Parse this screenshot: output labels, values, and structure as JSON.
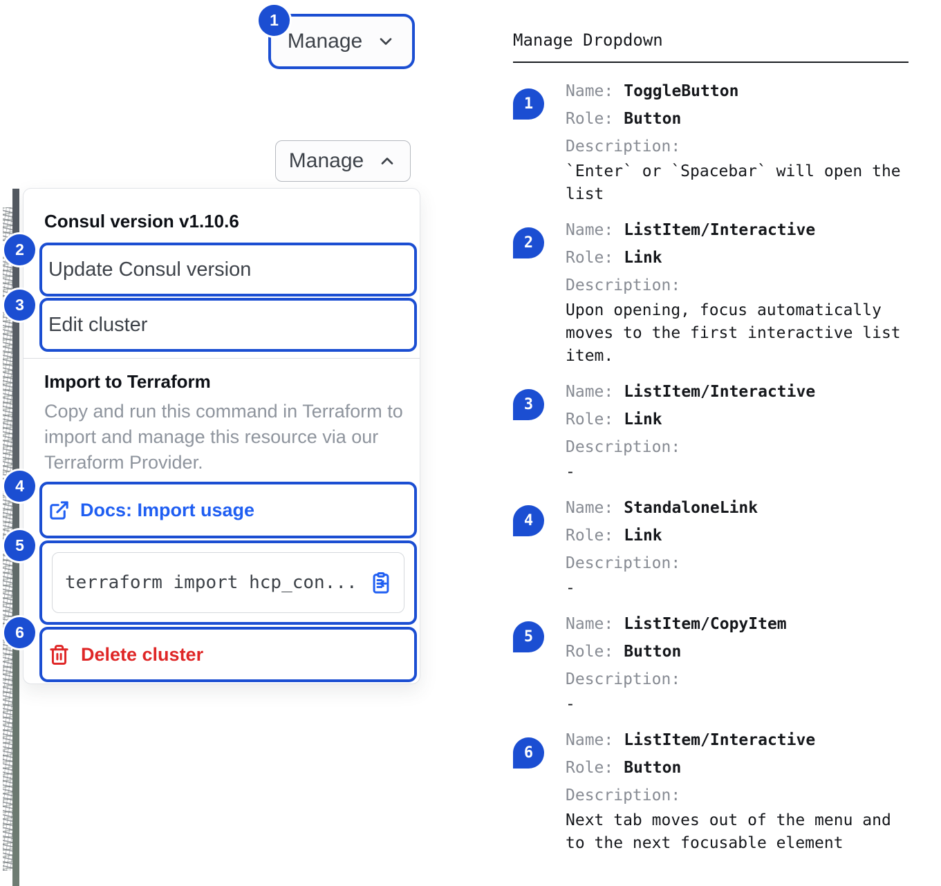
{
  "left": {
    "toggle_collapsed": {
      "badge": "1",
      "label": "Manage"
    },
    "toggle_expanded": {
      "label": "Manage"
    },
    "dropdown": {
      "version_header": "Consul version v1.10.6",
      "items": [
        {
          "badge": "2",
          "label": "Update Consul version"
        },
        {
          "badge": "3",
          "label": "Edit cluster"
        }
      ],
      "import_section": {
        "title": "Import to Terraform",
        "description": "Copy and run this command in Terraform to import and manage this resource via our Terraform Provider.",
        "docs_link": {
          "badge": "4",
          "label": "Docs: Import usage"
        },
        "code": {
          "badge": "5",
          "text": "terraform import hcp_con..."
        }
      },
      "delete_item": {
        "badge": "6",
        "label": "Delete cluster"
      }
    }
  },
  "right": {
    "title": "Manage Dropdown",
    "field_labels": {
      "name": "Name:",
      "role": "Role:",
      "description": "Description:"
    },
    "items": [
      {
        "num": "1",
        "name": "ToggleButton",
        "role": "Button",
        "description": "`Enter` or `Spacebar` will open the list"
      },
      {
        "num": "2",
        "name": "ListItem/Interactive",
        "role": "Link",
        "description": "Upon opening, focus automatically moves to the first interactive list item."
      },
      {
        "num": "3",
        "name": "ListItem/Interactive",
        "role": "Link",
        "description": "-"
      },
      {
        "num": "4",
        "name": "StandaloneLink",
        "role": "Link",
        "description": "-"
      },
      {
        "num": "5",
        "name": "ListItem/CopyItem",
        "role": "Button",
        "description": "-"
      },
      {
        "num": "6",
        "name": "ListItem/Interactive",
        "role": "Button",
        "description": "Next tab moves out of the menu and to the next focusable element"
      }
    ]
  },
  "colors": {
    "annotation_blue": "#1b4ed2",
    "link_blue": "#1f5ef2",
    "danger_red": "#df2626"
  }
}
